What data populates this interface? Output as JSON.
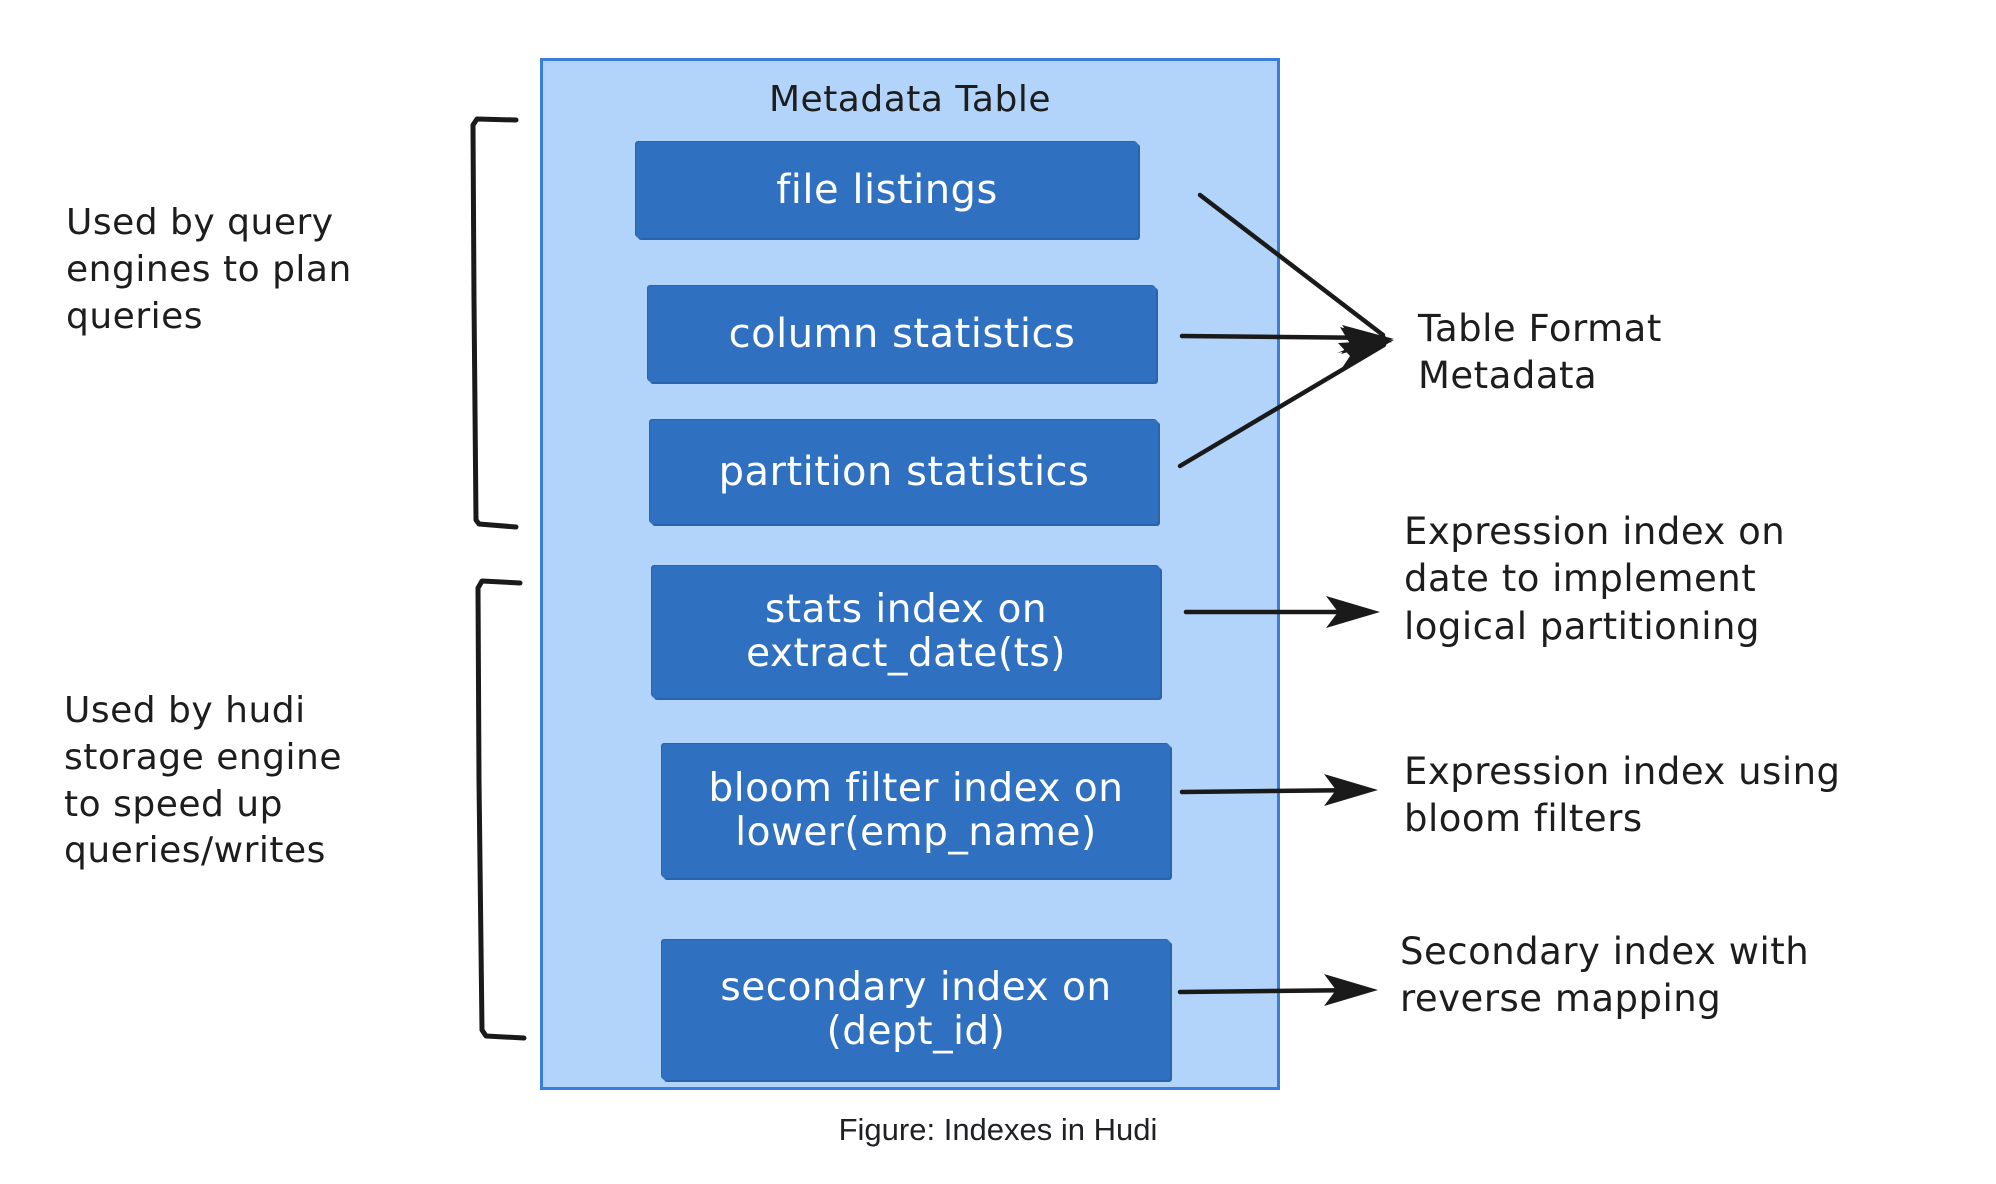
{
  "figure": {
    "caption": "Figure: Indexes in Hudi"
  },
  "metadata_table": {
    "title": "Metadata Table",
    "boxes": [
      {
        "id": "file-listings",
        "label": "file listings"
      },
      {
        "id": "column-statistics",
        "label": "column statistics"
      },
      {
        "id": "partition-statistics",
        "label": "partition statistics"
      },
      {
        "id": "stats-index",
        "label": "stats index on\nextract_date(ts)"
      },
      {
        "id": "bloom-filter-index",
        "label": "bloom filter index on\nlower(emp_name)"
      },
      {
        "id": "secondary-index",
        "label": "secondary index on\n(dept_id)"
      }
    ]
  },
  "left_notes": [
    {
      "id": "query-engines",
      "text": "Used by query\nengines to plan\nqueries"
    },
    {
      "id": "hudi-storage",
      "text": "Used by hudi\nstorage engine\nto speed up\nqueries/writes"
    }
  ],
  "right_annotations": [
    {
      "id": "table-format-metadata",
      "text": "Table Format\nMetadata"
    },
    {
      "id": "expression-index-date",
      "text": "Expression index on\ndate to implement\nlogical partitioning"
    },
    {
      "id": "expression-index-bloom",
      "text": "Expression index using\nbloom filters"
    },
    {
      "id": "secondary-index-note",
      "text": "Secondary index with\nreverse mapping"
    }
  ],
  "colors": {
    "container_fill": "#b3d4fa",
    "container_border": "#3b7ddd",
    "box_fill": "#3070c0",
    "box_shadow": "#2b63ac",
    "box_text": "#ffffff",
    "ink": "#1a1a1a",
    "page_background": "#ffffff"
  }
}
